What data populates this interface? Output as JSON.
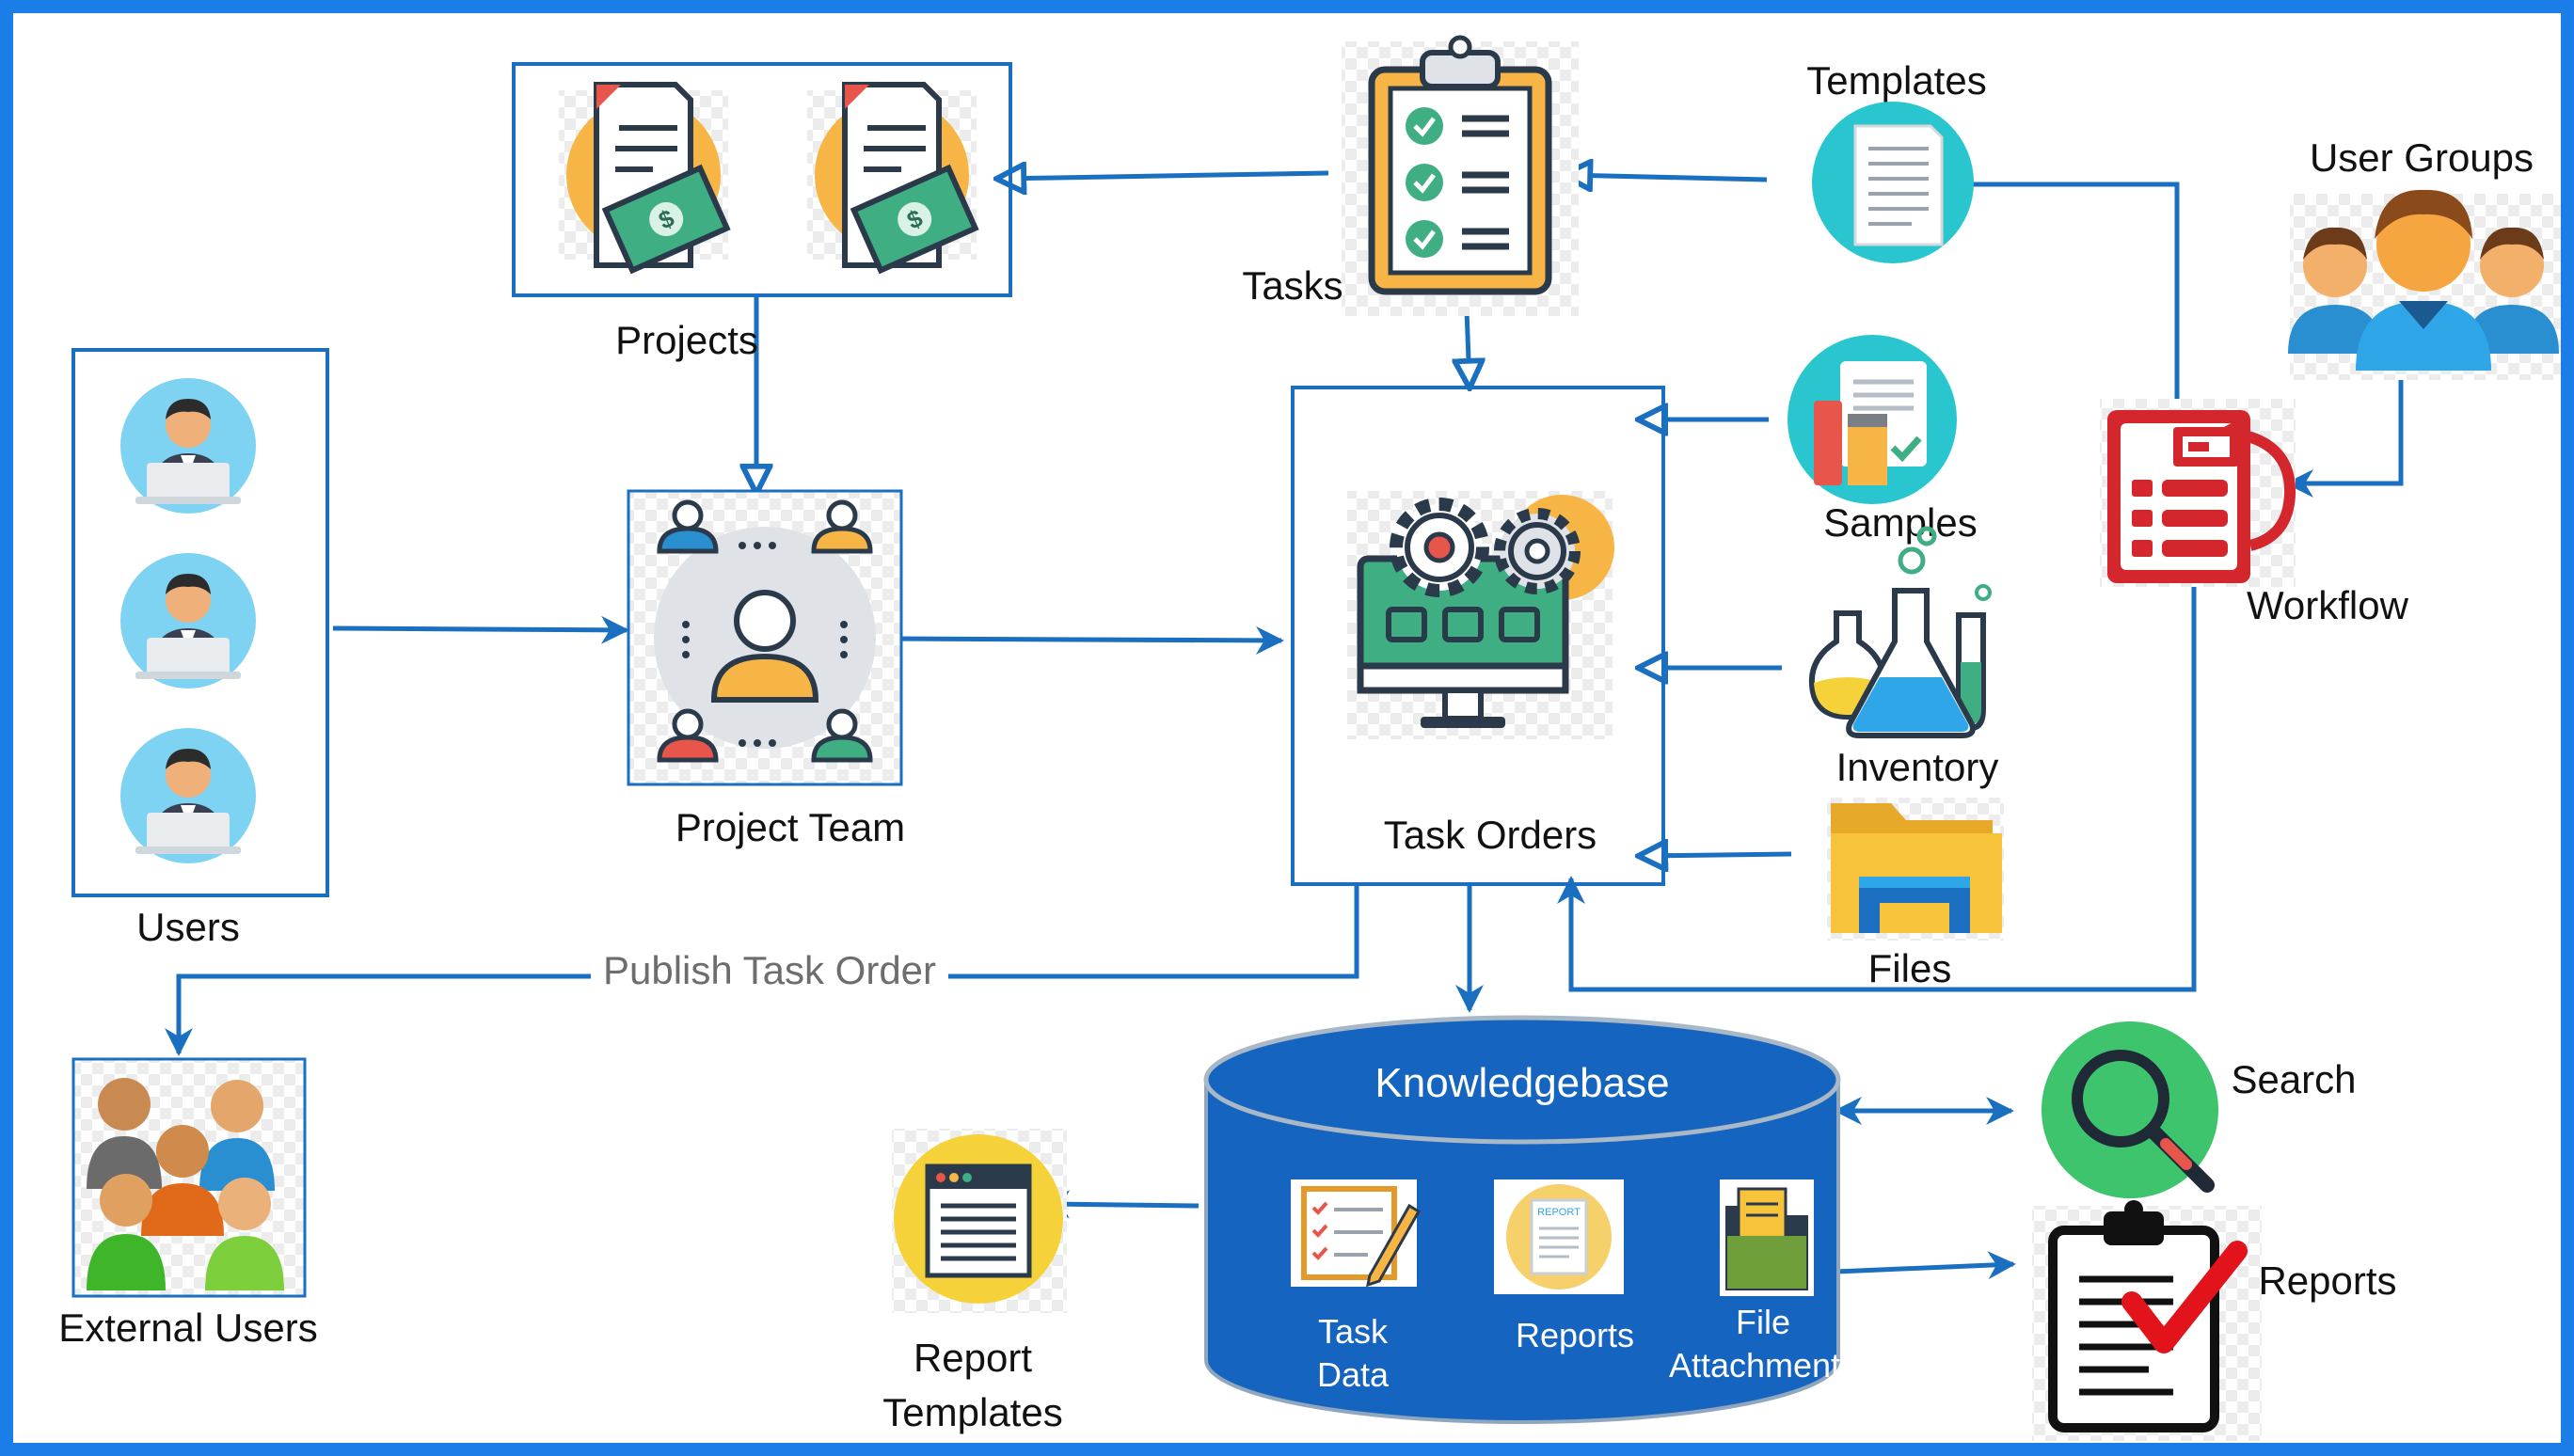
{
  "nodes": {
    "users": "Users",
    "external_users": "External Users",
    "projects": "Projects",
    "project_team": "Project Team",
    "tasks": "Tasks",
    "templates": "Templates",
    "user_groups": "User Groups",
    "workflow": "Workflow",
    "task_orders": "Task Orders",
    "samples": "Samples",
    "inventory": "Inventory",
    "files": "Files",
    "knowledgebase": "Knowledgebase",
    "kb_task_data_1": "Task",
    "kb_task_data_2": "Data",
    "kb_reports": "Reports",
    "kb_file_attachments_1": "File",
    "kb_file_attachments_2": "Attachments",
    "search": "Search",
    "reports": "Reports",
    "report_templates_1": "Report",
    "report_templates_2": "Templates"
  },
  "edges": {
    "publish_task_order": "Publish Task Order"
  },
  "icon_report_text": "REPORT",
  "colors": {
    "frame": "#1a7de8",
    "connector": "#1a6fc0",
    "database": "#1565c0",
    "workflow": "#d3272d",
    "search": "#3ec46d",
    "teal": "#29c6cf"
  }
}
